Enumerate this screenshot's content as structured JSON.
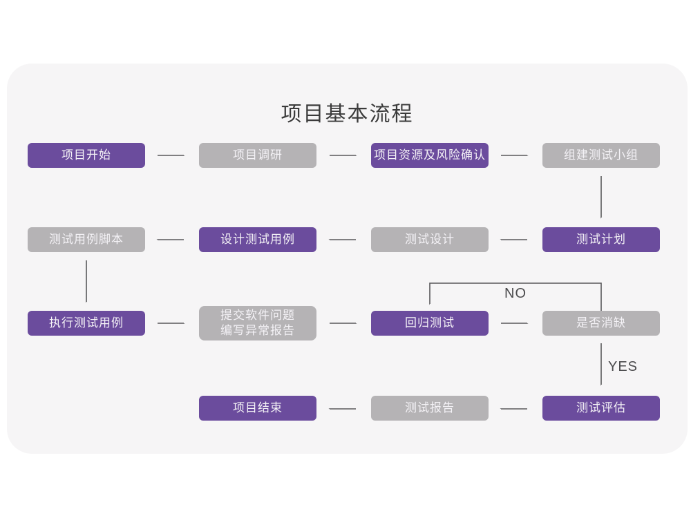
{
  "title": "项目基本流程",
  "colors": {
    "purple": "#6b4c9d",
    "gray": "#b5b3b5",
    "arrow": "#58585a",
    "card": "#f6f5f6",
    "box_text": "#f4f2f6",
    "title_text": "#3b3b3b",
    "label_text": "#4b4b4d",
    "page_bg": "#ffffff"
  },
  "nodes": {
    "project_start": {
      "label": "项目开始",
      "color": "purple"
    },
    "project_research": {
      "label": "项目调研",
      "color": "gray"
    },
    "resources_risk": {
      "label": "项目资源及风险确认",
      "color": "purple"
    },
    "form_test_team": {
      "label": "组建测试小组",
      "color": "gray"
    },
    "test_plan": {
      "label": "测试计划",
      "color": "purple"
    },
    "test_design": {
      "label": "测试设计",
      "color": "gray"
    },
    "design_test_cases": {
      "label": "设计测试用例",
      "color": "purple"
    },
    "test_case_scripts": {
      "label": "测试用例脚本",
      "color": "gray"
    },
    "execute_test_cases": {
      "label": "执行测试用例",
      "color": "purple"
    },
    "submit_issue_report": {
      "label": "提交软件问题\n编写异常报告",
      "color": "gray"
    },
    "regression_test": {
      "label": "回归测试",
      "color": "purple"
    },
    "defect_resolved": {
      "label": "是否消缺",
      "color": "gray"
    },
    "test_evaluation": {
      "label": "测试评估",
      "color": "purple"
    },
    "test_report": {
      "label": "测试报告",
      "color": "gray"
    },
    "project_end": {
      "label": "项目结束",
      "color": "purple"
    }
  },
  "edge_labels": {
    "no": "NO",
    "yes": "YES"
  }
}
